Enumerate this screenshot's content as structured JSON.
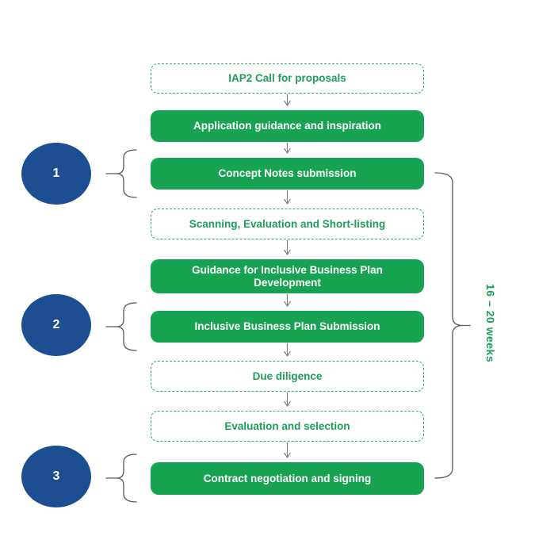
{
  "steps": [
    {
      "label": "IAP2 Call for proposals",
      "style": "dashed"
    },
    {
      "label": "Application guidance and inspiration",
      "style": "solid"
    },
    {
      "label": "Concept Notes submission",
      "style": "solid"
    },
    {
      "label": "Scanning, Evaluation and Short-listing",
      "style": "dashed"
    },
    {
      "label": "Guidance for Inclusive Business Plan Development",
      "style": "solid"
    },
    {
      "label": "Inclusive Business Plan Submission",
      "style": "solid"
    },
    {
      "label": "Due diligence",
      "style": "dashed"
    },
    {
      "label": "Evaluation and selection",
      "style": "dashed"
    },
    {
      "label": "Contract negotiation and signing",
      "style": "solid"
    }
  ],
  "phase_markers": [
    {
      "label": "1",
      "points_to": "Concept Notes submission"
    },
    {
      "label": "2",
      "points_to": "Inclusive Business Plan Submission"
    },
    {
      "label": "3",
      "points_to": "Contract negotiation and signing"
    }
  ],
  "duration": {
    "label": "16 – 20 weeks"
  },
  "colors": {
    "solid-box-green": "#17A351",
    "dashed-border-green": "#2EAC67",
    "green-text": "#1E9E58",
    "box-text-white": "#FFFFFF",
    "marker-blue": "#1C4E91",
    "arrow-gray": "#7F7F7F",
    "brace-gray": "#595959"
  }
}
